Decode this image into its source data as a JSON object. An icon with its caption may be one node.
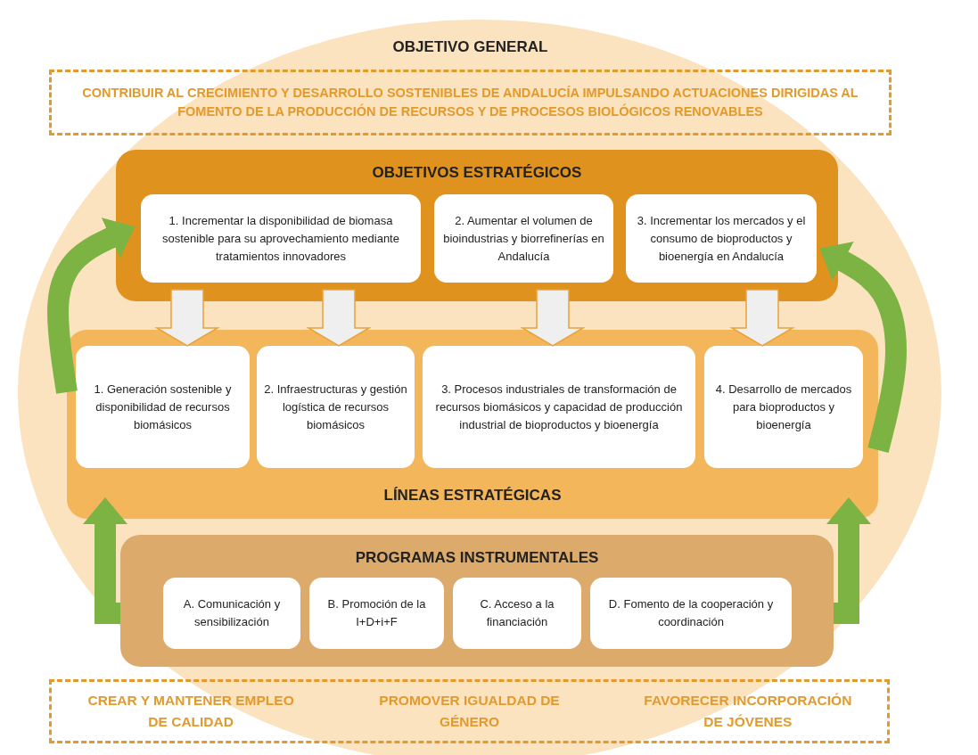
{
  "diagram": {
    "nodes": [
      {
        "text": [
          "OBJETIVO GENERAL",
          "CONTRIBUIR AL CRECIMIENTO Y DESARROLLO SOSTENIBLES DE ANDALUCÍA IMPULSANDO ACTUACIONES DIRIGIDAS AL FOMENTO DE LA PRODUCCIÓN DE RECURSOS Y DE PROCESOS BIOLÓGICOS RENOVABLES"
        ]
      },
      {
        "text": [
          "OBJETIVOS ESTRATÉGICOS"
        ]
      },
      {
        "text": [
          "1. Incrementar la disponibilidad de biomasa sostenible para su aprovechamiento mediante tratamientos innovadores"
        ],
        "in": 1
      },
      {
        "text": [
          "2. Aumentar el volumen de bioindustrias y biorrefinerías en Andalucía"
        ],
        "in": 1
      },
      {
        "text": [
          "3. Incrementar los mercados y el consumo de bioproductos y bioenergía en Andalucía"
        ],
        "in": 1
      },
      {
        "text": [
          "LÍNEAS ESTRATÉGICAS"
        ]
      },
      {
        "text": [
          "1. Generación sostenible y disponibilidad de recursos biomásicos"
        ],
        "in": 5
      },
      {
        "text": [
          "2. Infraestructuras y gestión logística de recursos biomásicos"
        ],
        "in": 5
      },
      {
        "text": [
          "3. Procesos industriales de transformación de recursos biomásicos y capacidad de producción industrial de bioproductos y bioenergía"
        ],
        "in": 5
      },
      {
        "text": [
          "4. Desarrollo de mercados para bioproductos y bioenergía"
        ],
        "in": 5
      },
      {
        "text": [
          "PROGRAMAS INSTRUMENTALES"
        ]
      },
      {
        "text": [
          "A. Comunicación y sensibilización"
        ],
        "in": 10
      },
      {
        "text": [
          "B. Promoción de la I+D+i+F"
        ],
        "in": 10
      },
      {
        "text": [
          "C. Acceso a la financiación"
        ],
        "in": 10
      },
      {
        "text": [
          "D. Fomento de la cooperación y coordinación"
        ],
        "in": 10
      },
      {
        "text": [
          "CREAR Y MANTENER EMPLEO DE CALIDAD",
          "PROMOVER IGUALDAD DE GÉNERO",
          "FAVORECER INCORPORACIÓN DE JÓVENES"
        ]
      }
    ],
    "edges": [
      {
        "from": 2,
        "to": 6,
        "arrow": "to"
      },
      {
        "from": 2,
        "to": 7,
        "arrow": "to"
      },
      {
        "from": 3,
        "to": 8,
        "arrow": "to"
      },
      {
        "from": 4,
        "to": 9,
        "arrow": "to"
      },
      {
        "from": 5,
        "to": 1,
        "arrow": "to",
        "color": "#7cb342"
      },
      {
        "from": 5,
        "to": 1,
        "arrow": "to",
        "color": "#7cb342"
      },
      {
        "from": 10,
        "to": 5,
        "arrow": "to",
        "color": "#7cb342"
      },
      {
        "from": 10,
        "to": 5,
        "arrow": "to",
        "color": "#7cb342"
      }
    ]
  }
}
